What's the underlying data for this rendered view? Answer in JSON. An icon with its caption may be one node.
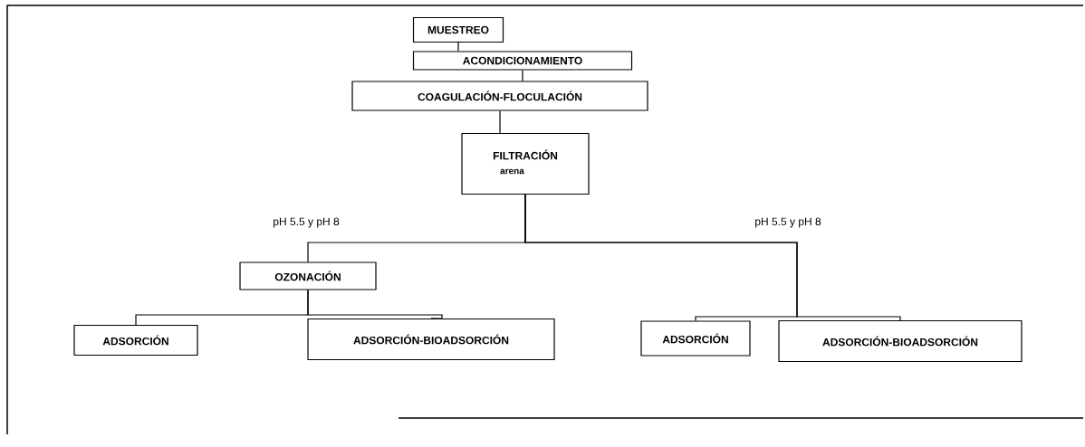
{
  "diagram": {
    "nodes": [
      {
        "text": [
          "MUESTREO"
        ]
      },
      {
        "text": [
          "ACONDICIONAMIENTO"
        ]
      },
      {
        "text": [
          "COAGULACIÓN-FLOCULACIÓN"
        ]
      },
      {
        "text": [
          "FILTRACIÓN",
          "arena"
        ]
      },
      {
        "text": [
          "OZONACIÓN"
        ]
      },
      {
        "text": [
          "ADSORCIÓN"
        ]
      },
      {
        "text": [
          "ADSORCIÓN-BIOADSORCIÓN"
        ]
      },
      {
        "text": [
          "ADSORCIÓN"
        ]
      },
      {
        "text": [
          "ADSORCIÓN-BIOADSORCIÓN"
        ]
      }
    ],
    "edges": [
      {
        "from": 0,
        "to": 1,
        "arrow": "none"
      },
      {
        "from": 1,
        "to": 2,
        "arrow": "none"
      },
      {
        "from": 2,
        "to": 3,
        "arrow": "none"
      },
      {
        "from": 3,
        "to": 4,
        "arrow": "none"
      },
      {
        "from": 3,
        "to": 7,
        "arrow": "none"
      },
      {
        "from": 3,
        "to": 8,
        "arrow": "none"
      },
      {
        "from": 4,
        "to": 5,
        "arrow": "none"
      },
      {
        "from": 4,
        "to": 6,
        "arrow": "none"
      }
    ],
    "labels": [
      "pH 5.5 y pH 8",
      "pH 5.5 y pH 8"
    ]
  }
}
